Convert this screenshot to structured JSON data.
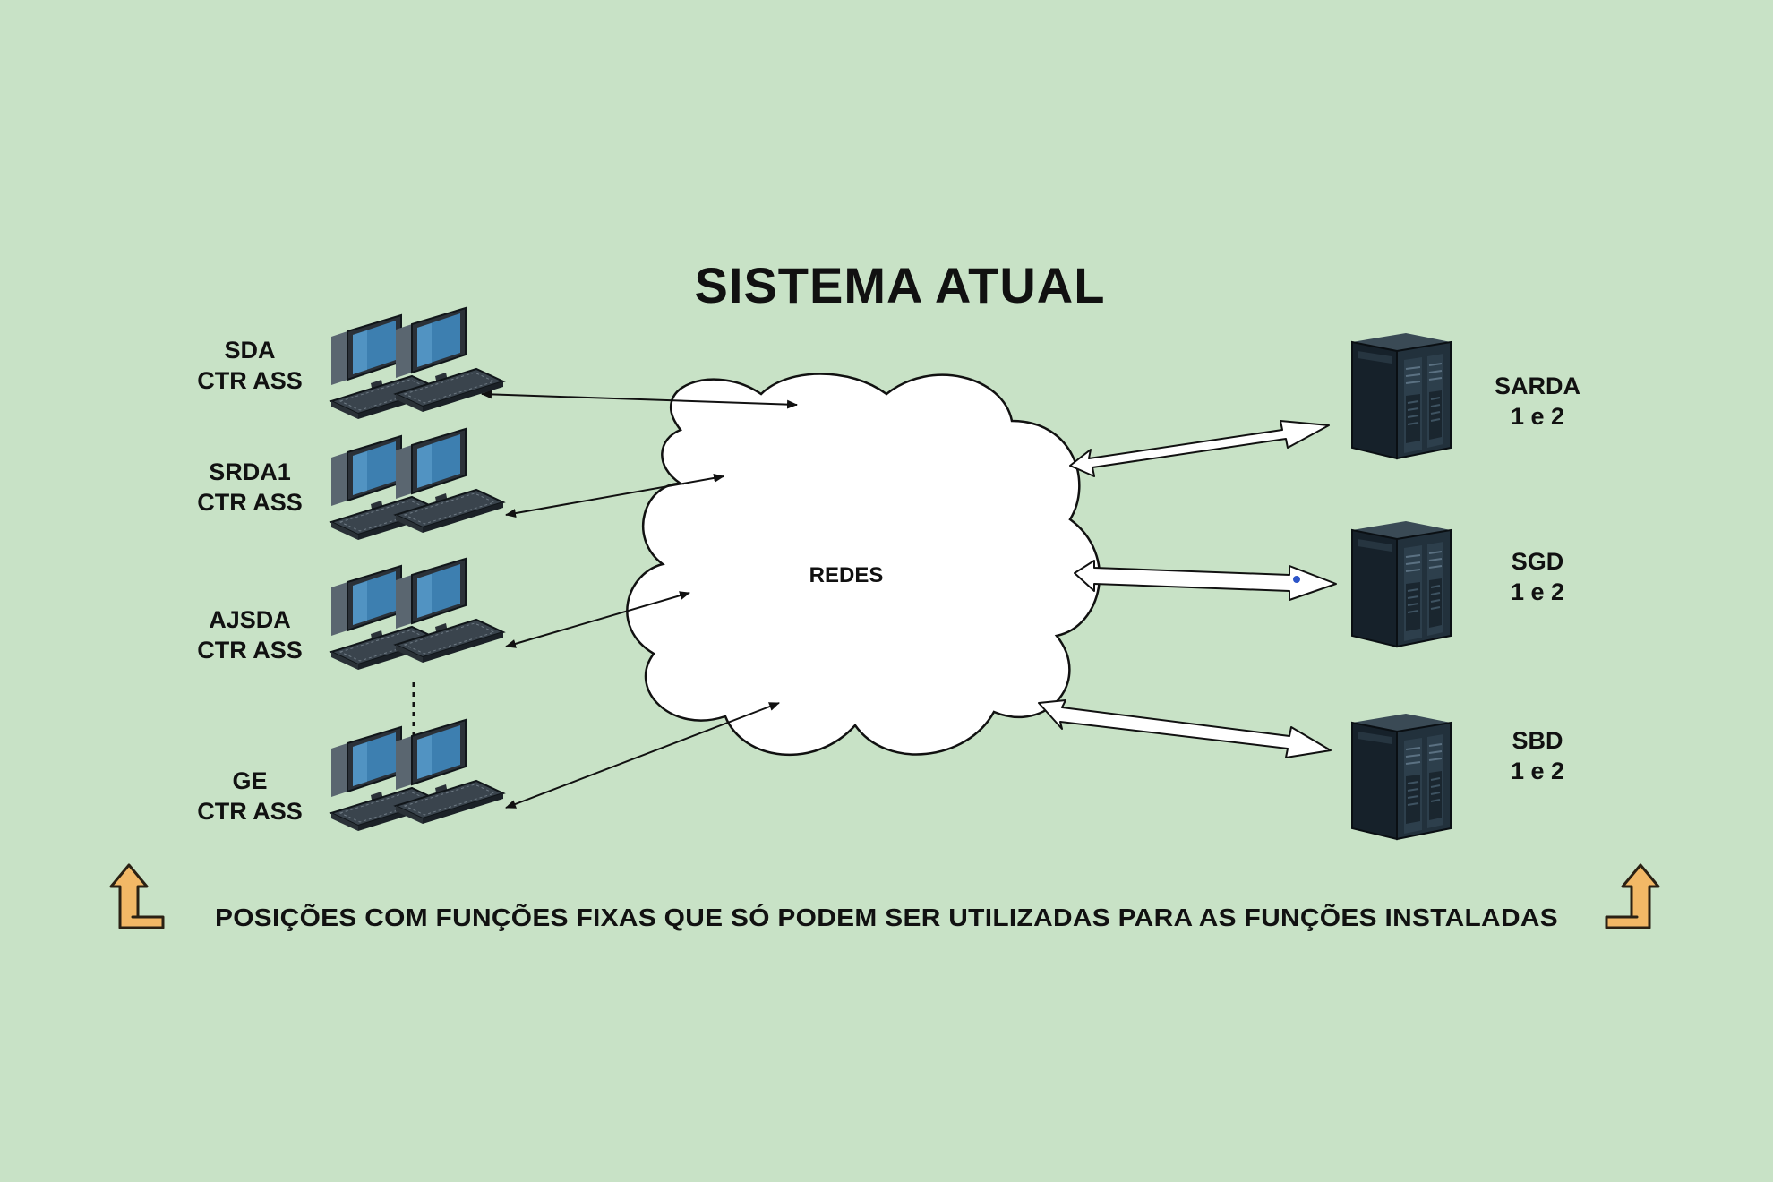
{
  "title": "SISTEMA ATUAL",
  "cloud": {
    "label": "REDES"
  },
  "workstations": [
    {
      "line1": "SDA",
      "line2": "CTR ASS"
    },
    {
      "line1": "SRDA1",
      "line2": "CTR ASS"
    },
    {
      "line1": "AJSDA",
      "line2": "CTR ASS"
    },
    {
      "line1": "GE",
      "line2": "CTR ASS"
    }
  ],
  "servers": [
    {
      "line1": "SARDA",
      "line2": "1 e 2"
    },
    {
      "line1": "SGD",
      "line2": "1 e 2"
    },
    {
      "line1": "SBD",
      "line2": "1 e 2"
    }
  ],
  "footer": {
    "text": "POSIÇÕES COM FUNÇÕES FIXAS QUE SÓ PODEM SER UTILIZADAS PARA AS FUNÇÕES INSTALADAS"
  },
  "colors": {
    "background": "#c8e2c6",
    "cloud_fill": "#ffffff",
    "arrow_accent": "#f2b866",
    "server_body": "#1d2a33",
    "monitor_screen": "#3d7fb0"
  },
  "icons": {
    "workstation": "dual-computer-workstation-icon",
    "server": "server-tower-icon",
    "footer_arrow": "curved-up-arrow-icon"
  }
}
